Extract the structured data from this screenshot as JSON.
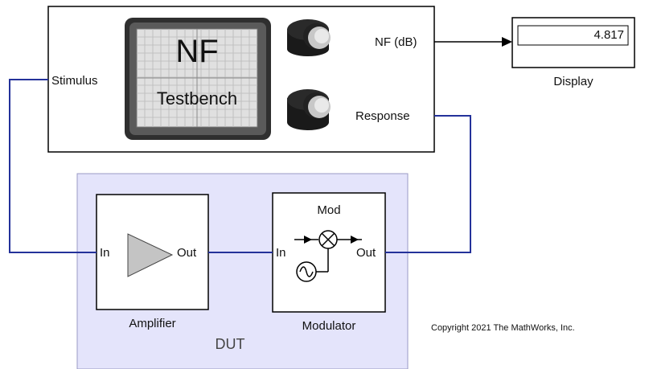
{
  "testbench": {
    "screen_title": "NF",
    "screen_subtitle": "Testbench",
    "port_stimulus": "Stimulus",
    "port_nf": "NF (dB)",
    "port_response": "Response"
  },
  "display": {
    "value": "4.817",
    "label": "Display"
  },
  "dut": {
    "label": "DUT",
    "amplifier": {
      "port_in": "In",
      "port_out": "Out",
      "label": "Amplifier"
    },
    "modulator": {
      "title": "Mod",
      "port_in": "In",
      "port_out": "Out",
      "label": "Modulator"
    }
  },
  "copyright": "Copyright 2021 The MathWorks, Inc.",
  "colors": {
    "signal_line": "#24329a",
    "dut_fill": "#e4e4fb",
    "arrow_line": "#000000",
    "triangle_fill": "#c4c4c4"
  }
}
